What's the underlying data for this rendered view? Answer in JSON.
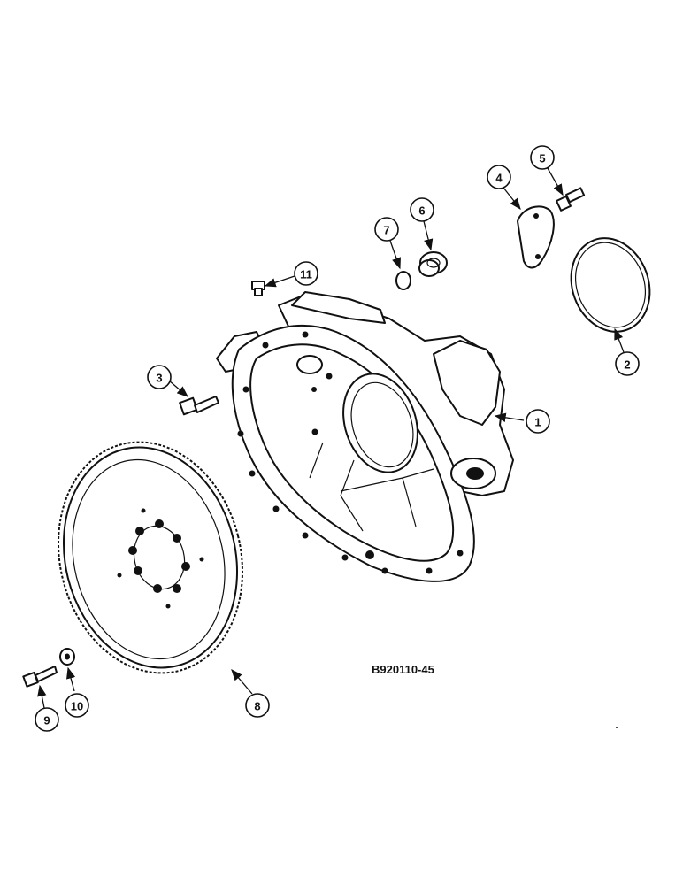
{
  "figure_code": "B920110-45",
  "callouts": [
    {
      "id": "1",
      "label": "1"
    },
    {
      "id": "2",
      "label": "2"
    },
    {
      "id": "3",
      "label": "3"
    },
    {
      "id": "4",
      "label": "4"
    },
    {
      "id": "5",
      "label": "5"
    },
    {
      "id": "6",
      "label": "6"
    },
    {
      "id": "7",
      "label": "7"
    },
    {
      "id": "8",
      "label": "8"
    },
    {
      "id": "9",
      "label": "9"
    },
    {
      "id": "10",
      "label": "10"
    },
    {
      "id": "11",
      "label": "11"
    }
  ]
}
